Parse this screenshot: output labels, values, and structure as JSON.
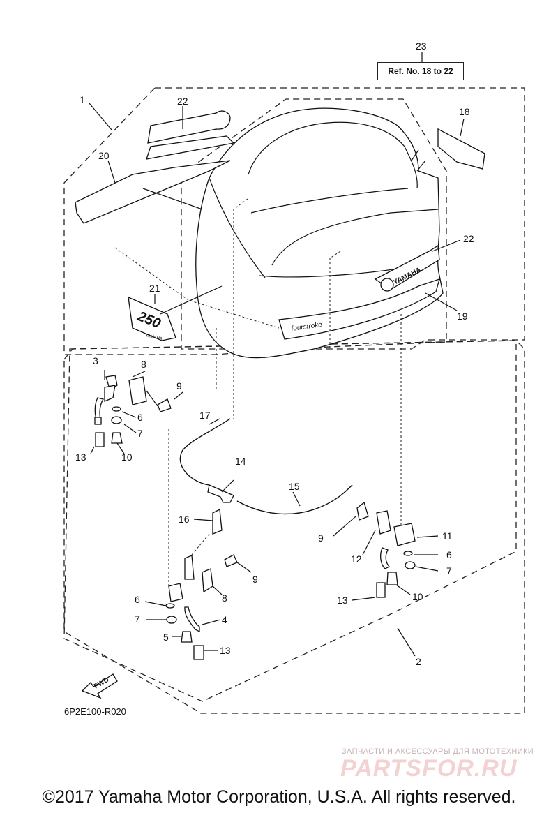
{
  "callouts": {
    "c1": "1",
    "c2": "2",
    "c3": "3",
    "c4": "4",
    "c5": "5",
    "c6a": "6",
    "c6b": "6",
    "c6c": "6",
    "c7a": "7",
    "c7b": "7",
    "c7c": "7",
    "c8a": "8",
    "c8b": "8",
    "c9a": "9",
    "c9b": "9",
    "c9c": "9",
    "c10a": "10",
    "c10b": "10",
    "c11": "11",
    "c12": "12",
    "c13a": "13",
    "c13b": "13",
    "c13c": "13",
    "c14": "14",
    "c15": "15",
    "c16": "16",
    "c17": "17",
    "c18": "18",
    "c19": "19",
    "c20": "20",
    "c21": "21",
    "c22a": "22",
    "c22b": "22",
    "c23": "23"
  },
  "ref_box": "Ref. No. 18 to 22",
  "decals": {
    "model_number": "250",
    "brand_small": "YAMAHA",
    "brand_large": "YAMAHA",
    "series": "fourstroke"
  },
  "fwd_arrow": "FWD",
  "drawing_number": "6P2E100-R020",
  "watermark": {
    "tagline": "ЗАПЧАСТИ И АКСЕССУАРЫ ДЛЯ МОТОТЕХНИКИ",
    "logo": "PARTSFOR.RU"
  },
  "copyright": "©2017 Yamaha Motor Corporation, U.S.A. All rights reserved."
}
